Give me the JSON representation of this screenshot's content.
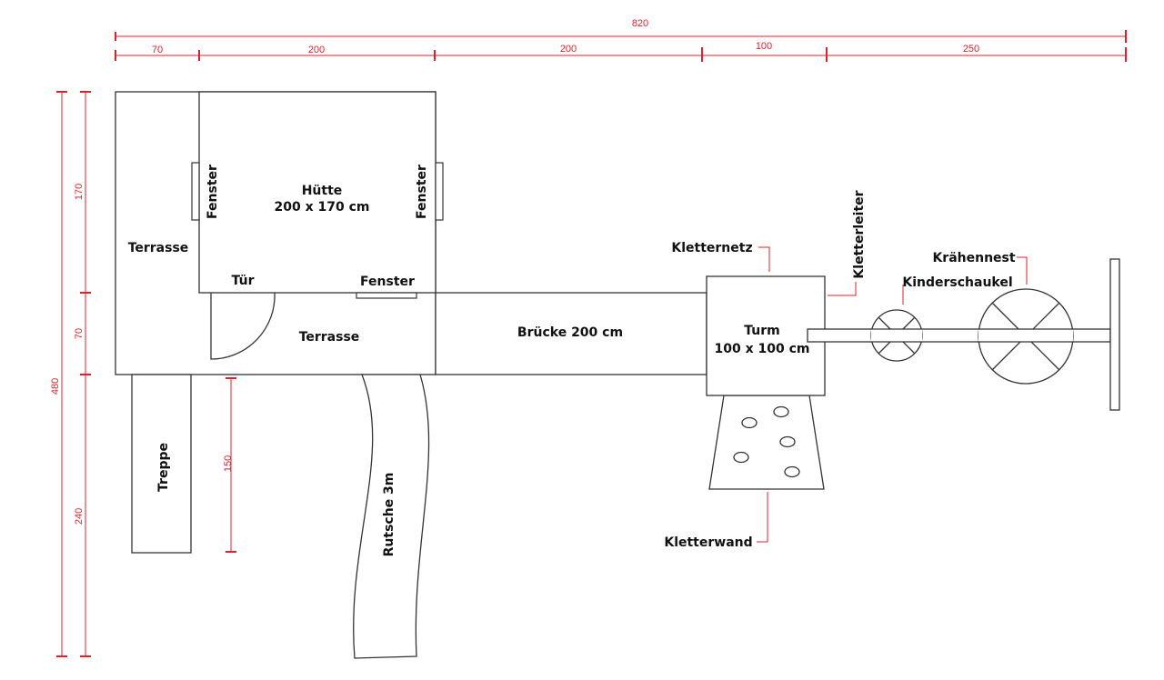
{
  "labels": {
    "huette_title": "Hütte",
    "huette_size": "200 x 170 cm",
    "fenster_left": "Fenster",
    "fenster_right": "Fenster",
    "fenster_bottom": "Fenster",
    "terrasse_left": "Terrasse",
    "terrasse_bottom": "Terrasse",
    "tuer": "Tür",
    "bruecke": "Brücke 200 cm",
    "turm_title": "Turm",
    "turm_size": "100 x 100 cm",
    "kletternetz": "Kletternetz",
    "kletterleiter": "Kletterleiter",
    "kinderschaukel": "Kinderschaukel",
    "kraehennest": "Krähennest",
    "kletterwand": "Kletterwand",
    "treppe": "Treppe",
    "rutsche": "Rutsche 3m"
  },
  "dimensions": {
    "top_total": "820",
    "top_segments": [
      "70",
      "200",
      "200",
      "100",
      "250"
    ],
    "left_total": "480",
    "left_segments": [
      "170",
      "70",
      "240"
    ],
    "stair_length": "150"
  },
  "colors": {
    "line": "#333333",
    "dimension": "#e0202a",
    "text": "#111111"
  }
}
